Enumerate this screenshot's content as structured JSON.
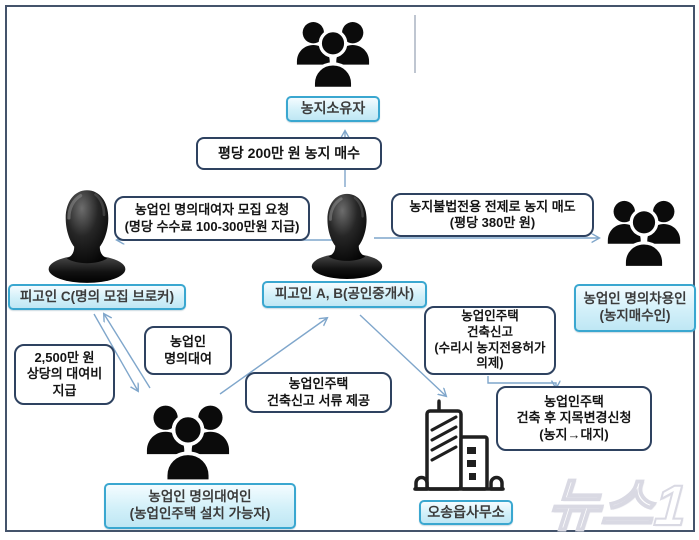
{
  "watermark": "뉴스1",
  "colors": {
    "frame_border": "#44536b",
    "cyan_box_border": "#3aa7d0",
    "cyan_box_fill": "#cdeef8",
    "white_box_border": "#2e4260",
    "arrow": "#7fa6cb"
  },
  "nodes": {
    "landowner": {
      "label": "농지소유자",
      "icon": "people-group-icon"
    },
    "defendant_ab": {
      "label": "피고인 A, B(공인중개사)",
      "icon": "person-bust-icon"
    },
    "defendant_c": {
      "label": "피고인 C(명의 모집 브로커)",
      "icon": "person-bust-icon"
    },
    "name_borrower": {
      "label": "농업인 명의차용인\n(농지매수인)",
      "icon": "people-group-icon"
    },
    "name_lender": {
      "label": "농업인 명의대여인\n(농업인주택 설치 가능자)",
      "icon": "people-group-icon"
    },
    "township_office": {
      "label": "오송읍사무소",
      "icon": "building-icon"
    }
  },
  "edge_labels": {
    "buy_farmland": "평당 200만 원 농지 매수",
    "recruit_request": "농업인 명의대여자 모집 요청\n(명당 수수료 100-300만원 지급)",
    "sell_farmland": "농지불법전용 전제로 농지 매도\n(평당 380만 원)",
    "lease_fee": "2,500만 원\n상당의 대여비\n지급",
    "name_lending": "농업인\n명의대여",
    "provide_docs": "농업인주택\n건축신고 서류 제공",
    "building_report": "농업인주택\n건축신고\n(수리시 농지전용허가\n의제)",
    "land_category_change": "농업인주택\n건축 후 지목변경신청\n(농지→대지)"
  }
}
